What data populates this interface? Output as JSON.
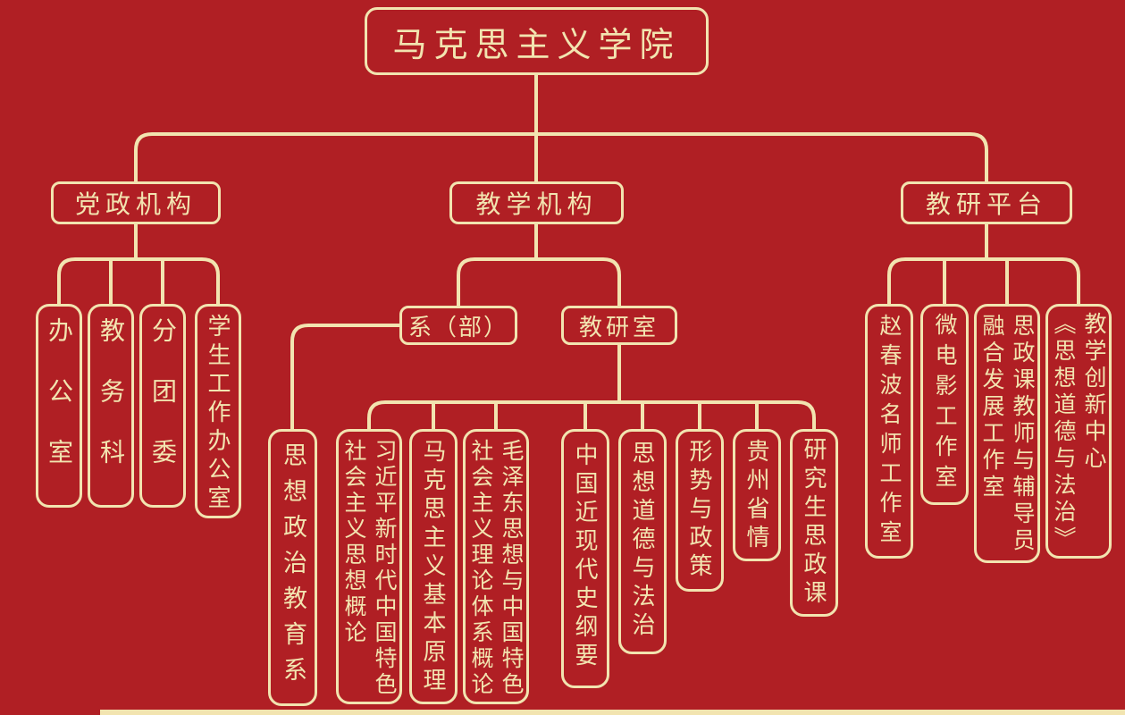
{
  "colors": {
    "background": "#B01F24",
    "line_and_text": "#F2E4B0"
  },
  "root": {
    "label": "马克思主义学院"
  },
  "branches": [
    {
      "label": "党政机构",
      "children": [
        {
          "label": "办公室"
        },
        {
          "label": "教务科"
        },
        {
          "label": "分团委"
        },
        {
          "label": "学生工作办公室"
        }
      ]
    },
    {
      "label": "教学机构",
      "children": [
        {
          "label": "系（部）",
          "children": [
            {
              "label": "思想政治教育系"
            }
          ]
        },
        {
          "label": "教研室",
          "children": [
            {
              "label": "习近平新时代中国特色\n社会主义思想概论"
            },
            {
              "label": "马克思主义基本原理"
            },
            {
              "label": "毛泽东思想与中国特色\n社会主义理论体系概论"
            },
            {
              "label": "中国近现代史纲要"
            },
            {
              "label": "思想道德与法治"
            },
            {
              "label": "形势与政策"
            },
            {
              "label": "贵州省情"
            },
            {
              "label": "研究生思政课"
            }
          ]
        }
      ]
    },
    {
      "label": "教研平台",
      "children": [
        {
          "label": "赵春波名师工作室"
        },
        {
          "label": "微电影工作室"
        },
        {
          "label": "思政课教师与辅导员\n融合发展工作室"
        },
        {
          "label": "教学创新中心\n《思想道德与法治》"
        }
      ]
    }
  ]
}
